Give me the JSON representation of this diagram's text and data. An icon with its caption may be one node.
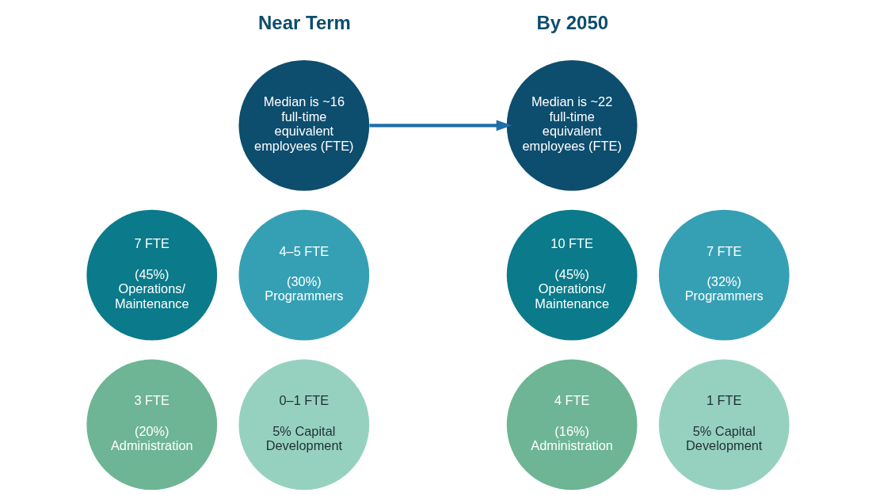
{
  "diagram": {
    "nodes": [
      {
        "text": [
          "Median is ~16 full-time equivalent employees (FTE)"
        ]
      },
      {
        "text": [
          "7 FTE",
          "(45%) Operations/ Maintenance"
        ]
      },
      {
        "text": [
          "4–5 FTE",
          "(30%) Programmers"
        ]
      },
      {
        "text": [
          "3 FTE",
          "(20%) Administration"
        ]
      },
      {
        "text": [
          "0–1 FTE",
          "5% Capital Development"
        ]
      },
      {
        "text": [
          "Median is ~22 full-time equivalent employees (FTE)"
        ]
      },
      {
        "text": [
          "10 FTE",
          "(45%) Operations/ Maintenance"
        ]
      },
      {
        "text": [
          "7 FTE",
          "(32%) Programmers"
        ]
      },
      {
        "text": [
          "4 FTE",
          "(16%) Administration"
        ]
      },
      {
        "text": [
          "1 FTE",
          "5% Capital Development"
        ]
      }
    ],
    "edges": [
      {
        "from": 0,
        "to": 5,
        "arrow": "to"
      }
    ],
    "labels": [
      "Near Term",
      "By 2050"
    ]
  }
}
